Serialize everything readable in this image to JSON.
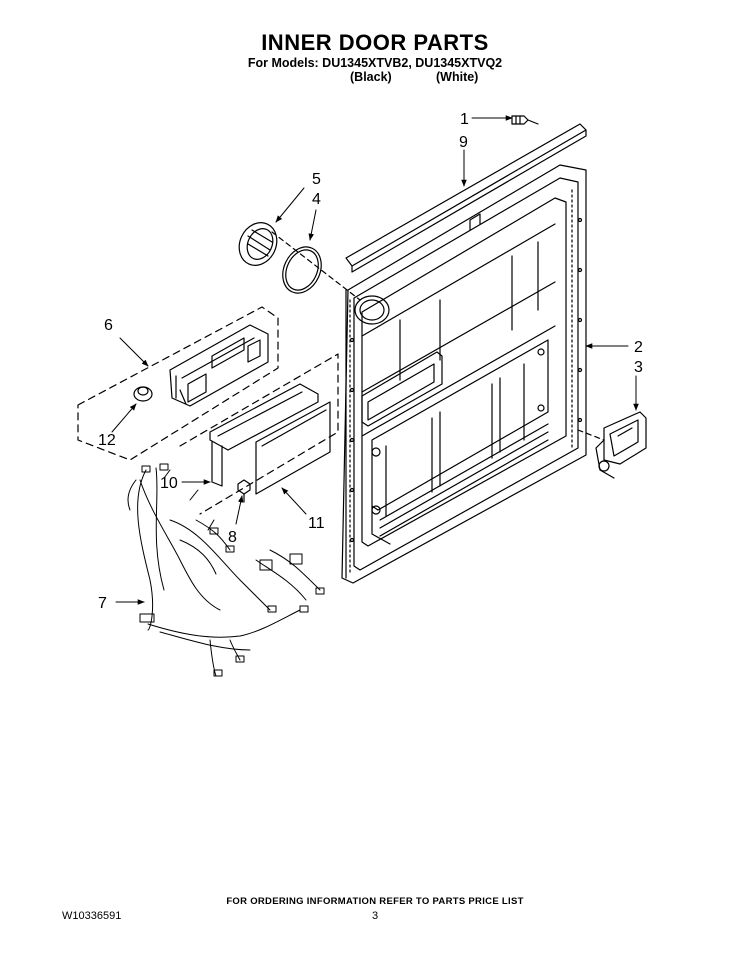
{
  "header": {
    "title": "INNER DOOR PARTS",
    "models_line": "For Models: DU1345XTVB2, DU1345XTVQ2",
    "color_black": "(Black)",
    "color_white": "(White)"
  },
  "callouts": {
    "c1": "1",
    "c2": "2",
    "c3": "3",
    "c4": "4",
    "c5": "5",
    "c6": "6",
    "c7": "7",
    "c8": "8",
    "c9": "9",
    "c10": "10",
    "c11": "11",
    "c12": "12"
  },
  "footer": {
    "ordering_note": "FOR ORDERING INFORMATION REFER TO PARTS PRICE LIST",
    "document_number": "W10336591",
    "page_number": "3"
  }
}
